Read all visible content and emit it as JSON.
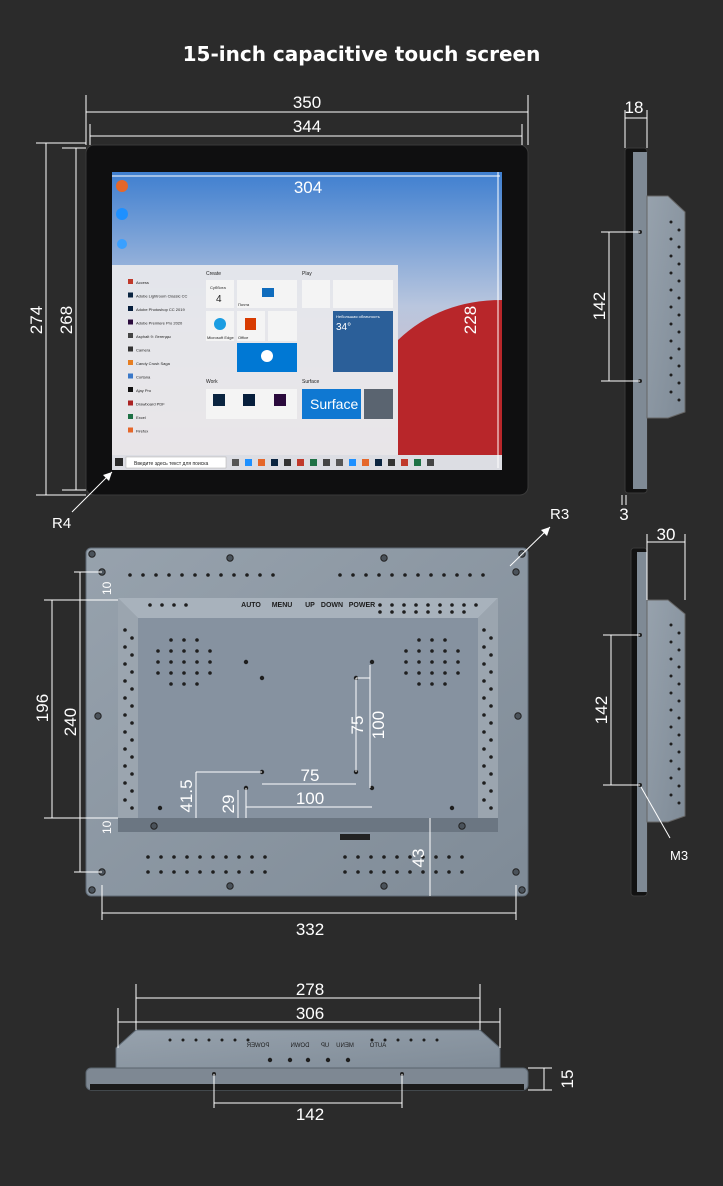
{
  "title": "15-inch capacitive touch screen",
  "front": {
    "width_outer": "350",
    "width_inner": "344",
    "height_outer": "274",
    "height_inner": "268",
    "screen_width": "304",
    "screen_height": "228",
    "corner_radius": "R4",
    "corner_radius_back": "R3",
    "screen": {
      "search_placeholder": "Введите здесь текст для поиска",
      "groups": [
        "Create",
        "Play",
        "Work",
        "Surface"
      ],
      "apps": [
        "Access",
        "Adobe Lightroom Classic CC",
        "Adobe Photoshop CC 2019",
        "Adobe Premiere Pro 2020",
        "Asphalt 9: Легенды",
        "Camera",
        "Candy Crush Saga",
        "Cortana",
        "Ajay Pro",
        "Drawboard PDF",
        "Excel",
        "Firefox"
      ],
      "tiles": [
        "Microsoft Edge",
        "Office",
        "Почта",
        "Skype",
        "Surface"
      ],
      "calendar_day": "Суббота",
      "calendar_date": "4",
      "weather_temp": "34°",
      "weather_city": "Небольшая облачность"
    }
  },
  "side": {
    "depth": "18",
    "hole_spacing": "142",
    "edge": "3"
  },
  "back": {
    "hole_spacing_h_bottom": "332",
    "hole_spacing_v_outer": "240",
    "hole_spacing_v_inner": "196",
    "offset_top": "10",
    "offset_bottom": "10",
    "vesa_75": "75",
    "vesa_100": "100",
    "offset_41_5": "41.5",
    "offset_29": "29",
    "offset_43": "43",
    "buttons": [
      "AUTO",
      "MENU",
      "UP",
      "DOWN",
      "POWER"
    ]
  },
  "side2": {
    "depth": "30",
    "hole_spacing": "142",
    "screw": "M3"
  },
  "bottom": {
    "width_278": "278",
    "width_306": "306",
    "thickness": "15",
    "hole_spacing": "142",
    "buttons_mirrored": [
      "POWER",
      "DOWN",
      "UP",
      "MENU",
      "AUTO"
    ]
  },
  "colors": {
    "background": "#2b2b2b",
    "metal": "#8a96a2",
    "bezel": "#111111",
    "dimension_line": "#ffffff"
  }
}
